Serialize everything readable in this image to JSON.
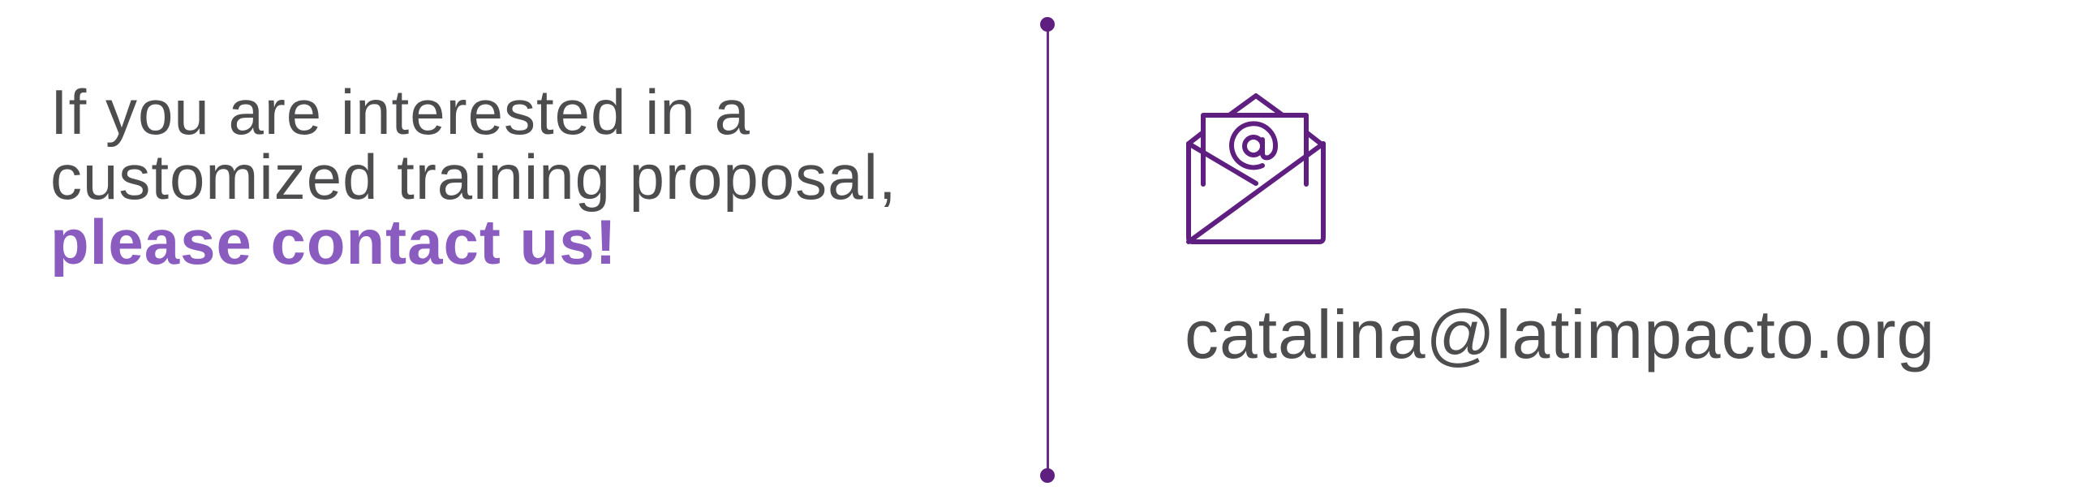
{
  "message": {
    "line1": "If you are interested in a",
    "line2": "customized training proposal,",
    "line3": "please contact us!"
  },
  "contact": {
    "email": "catalina@latimpacto.org",
    "icon": "open-envelope-at-icon"
  },
  "colors": {
    "text": "#4d4d4f",
    "accent": "#8a5cc0",
    "brand_purple": "#5f1f80"
  }
}
